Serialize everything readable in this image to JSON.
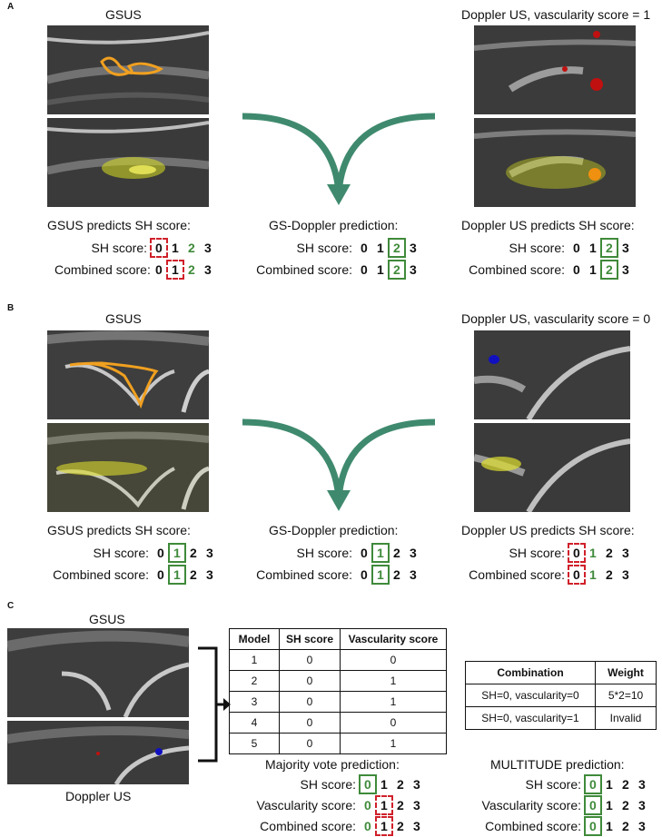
{
  "panel_a": {
    "label": "A",
    "gsus_title": "GSUS",
    "doppler_title": "Doppler US, vascularity score = 1",
    "gsus_caption": "GSUS predicts SH score:",
    "middle_caption": "GS-Doppler prediction:",
    "doppler_caption": "Doppler US predicts SH score:",
    "sh_label": "SH score:",
    "combined_label": "Combined score:",
    "digits": [
      "0",
      "1",
      "2",
      "3"
    ]
  },
  "panel_b": {
    "label": "B",
    "gsus_title": "GSUS",
    "doppler_title": "Doppler US, vascularity score = 0",
    "gsus_caption": "GSUS predicts SH score:",
    "middle_caption": "GS-Doppler prediction:",
    "doppler_caption": "Doppler US predicts SH score:",
    "sh_label": "SH score:",
    "combined_label": "Combined score:",
    "digits": [
      "0",
      "1",
      "2",
      "3"
    ]
  },
  "panel_c": {
    "label": "C",
    "gsus_title": "GSUS",
    "doppler_caption": "Doppler US",
    "table1": {
      "headers": [
        "Model",
        "SH score",
        "Vascularity score"
      ],
      "rows": [
        [
          "1",
          "0",
          "0"
        ],
        [
          "2",
          "0",
          "1"
        ],
        [
          "3",
          "0",
          "1"
        ],
        [
          "4",
          "0",
          "0"
        ],
        [
          "5",
          "0",
          "1"
        ]
      ]
    },
    "table2": {
      "headers": [
        "Combination",
        "Weight"
      ],
      "rows": [
        [
          "SH=0, vascularity=0",
          "5*2=10"
        ],
        [
          "SH=0, vascularity=1",
          "Invalid"
        ]
      ]
    },
    "majority_caption": "Majority vote prediction:",
    "multitude_caption": "MULTITUDE prediction:",
    "sh_label": "SH score:",
    "vasc_label": "Vascularity score:",
    "combined_label": "Combined score:",
    "digits": [
      "0",
      "1",
      "2",
      "3"
    ]
  },
  "colors": {
    "green": "#3f8a3a",
    "red": "#d0202a",
    "arrow": "#3f8a6e",
    "overlay_orange": "#f0a020",
    "overlay_yellow": "#d8e020"
  }
}
